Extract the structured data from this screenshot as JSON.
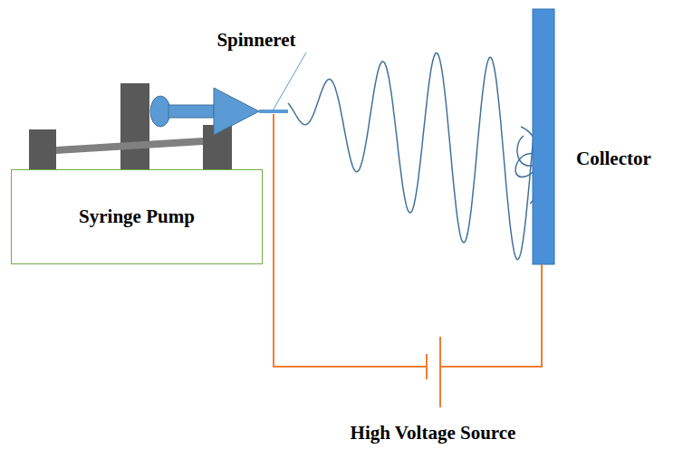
{
  "diagram": {
    "nodes": [
      {
        "text": [
          "Syringe Pump"
        ]
      }
    ],
    "labels": [
      "Spinneret",
      "Collector",
      "High Voltage Source"
    ]
  }
}
